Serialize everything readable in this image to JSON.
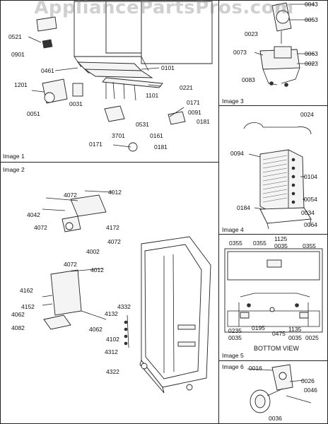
{
  "watermark": "AppliancePartsPros.com",
  "images": {
    "image1": "Image 1",
    "image2": "Image 2",
    "image3": "Image 3",
    "image4": "Image 4",
    "image5": "Image 5",
    "image6": "Image 6"
  },
  "bottom_view": "BOTTOM VIEW",
  "labels": {
    "p0521": "0521",
    "p0901": "0901",
    "p0461": "0461",
    "p1201": "1201",
    "p0051": "0051",
    "p0031": "0031",
    "p0101": "0101",
    "p1101": "1101",
    "p0221": "0221",
    "p0171a": "0171",
    "p0091": "0091",
    "p0181a": "0181",
    "p0531": "0531",
    "p3701": "3701",
    "p0161": "0161",
    "p0171b": "0171",
    "p0181b": "0181",
    "p0043": "0043",
    "p0053": "0053",
    "p0023a": "0023",
    "p0073": "0073",
    "p0063": "0063",
    "p0023b": "0023",
    "p0083": "0083",
    "p0024": "0024",
    "p0094": "0094",
    "p0104": "0104",
    "p0054": "0054",
    "p0184": "0184",
    "p0034": "0034",
    "p0064": "0064",
    "p4072a": "4072",
    "p4012a": "4012",
    "p4042": "4042",
    "p4072b": "4072",
    "p4172": "4172",
    "p4072c": "4072",
    "p4002": "4002",
    "p4072d": "4072",
    "p4012b": "4012",
    "p4162": "4162",
    "p4152": "4152",
    "p4062a": "4062",
    "p4082": "4082",
    "p4062b": "4062",
    "p4132": "4132",
    "p4332": "4332",
    "p4102": "4102",
    "p4312": "4312",
    "p4322": "4322",
    "p0355a": "0355",
    "p0355b": "0355",
    "p1125": "1125",
    "p0035a": "0035",
    "p0355c": "0355",
    "p0235": "0235",
    "p0035b": "0035",
    "p0195": "0195",
    "p0475": "0475",
    "p1135": "1135",
    "p0035c": "0035",
    "p0025": "0025",
    "p0016": "0016",
    "p0026": "0026",
    "p0046": "0046",
    "p0036": "0036"
  }
}
